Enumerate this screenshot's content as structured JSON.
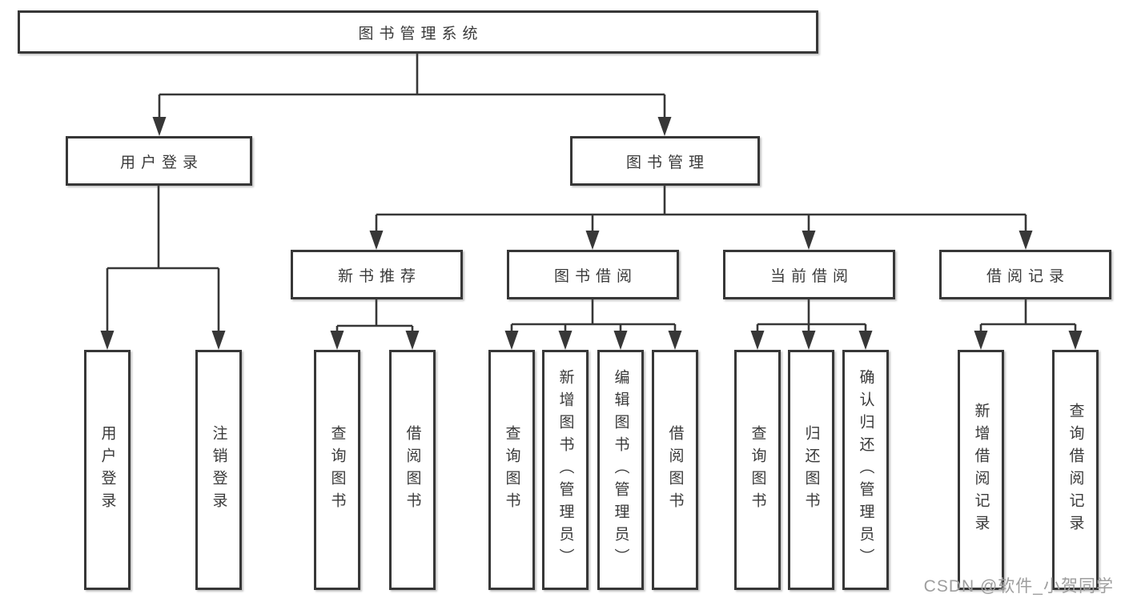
{
  "diagram": {
    "tree": {
      "label": "图书管理系统",
      "children": [
        {
          "label": "用户登录",
          "children": [
            {
              "label": "用户登录"
            },
            {
              "label": "注销登录"
            }
          ]
        },
        {
          "label": "图书管理",
          "children": [
            {
              "label": "新书推荐",
              "children": [
                {
                  "label": "查询图书"
                },
                {
                  "label": "借阅图书"
                }
              ]
            },
            {
              "label": "图书借阅",
              "children": [
                {
                  "label": "查询图书"
                },
                {
                  "label": "新增图书（管理员）"
                },
                {
                  "label": "编辑图书（管理员）"
                },
                {
                  "label": "借阅图书"
                }
              ]
            },
            {
              "label": "当前借阅",
              "children": [
                {
                  "label": "查询图书"
                },
                {
                  "label": "归还图书"
                },
                {
                  "label": "确认归还（管理员）"
                }
              ]
            },
            {
              "label": "借阅记录",
              "children": [
                {
                  "label": "新增借阅记录"
                },
                {
                  "label": "查询借阅记录"
                }
              ]
            }
          ]
        }
      ]
    }
  },
  "watermark": "CSDN @软件_小贺同学",
  "colors": {
    "line": "#373737",
    "text": "#3a3a3a",
    "watermark": "#9e9e9e",
    "bg": "#ffffff"
  }
}
